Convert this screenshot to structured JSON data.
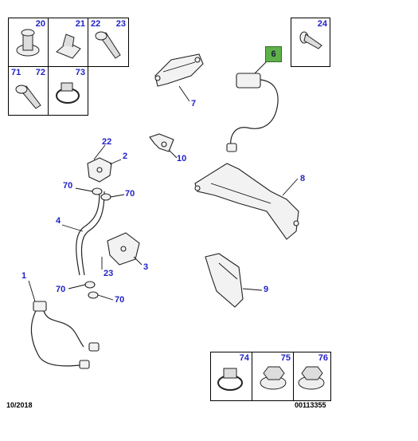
{
  "top_left_grid": {
    "cells": [
      "20",
      "21",
      "22",
      "23",
      "71",
      "72",
      "73"
    ]
  },
  "top_right_box": {
    "label": "24"
  },
  "bottom_right_grid": {
    "cells": [
      "74",
      "75",
      "76"
    ]
  },
  "highlight": {
    "label": "6",
    "color": "#5fb04a"
  },
  "callouts": {
    "c1": "1",
    "c2": "2",
    "c3": "3",
    "c4": "4",
    "c7": "7",
    "c8": "8",
    "c9": "9",
    "c10": "10",
    "c22": "22",
    "c23": "23",
    "c70a": "70",
    "c70b": "70",
    "c70c": "70",
    "c70d": "70"
  },
  "footer": {
    "date": "10/2018",
    "reference": "00113355"
  }
}
